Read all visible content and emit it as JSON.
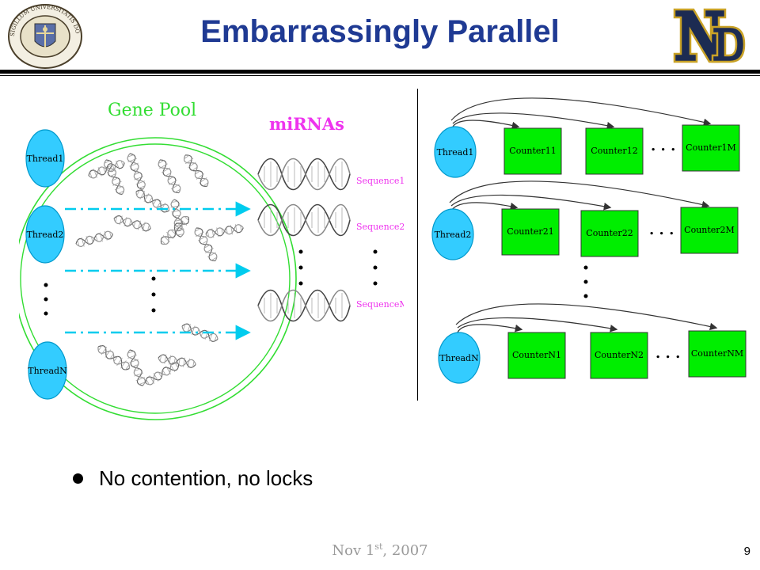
{
  "slide": {
    "title": "Embarrassingly Parallel",
    "bullets": [
      "No contention, no locks"
    ],
    "footer": {
      "date_main": "Nov 1",
      "date_sup": "st",
      "date_year": ", 2007"
    },
    "page_number": "9"
  },
  "seal": {
    "ring_text": "SIGILLUM UNIVERSITATIS DOMINAE NOSTRAE A LACU"
  },
  "left_diagram": {
    "gene_pool_label": "Gene Pool",
    "mirnas_label": "miRNAs",
    "threads": [
      "Thread1",
      "Thread2",
      "ThreadN"
    ],
    "sequences": [
      "Sequence1",
      "Sequence2",
      "SequenceM"
    ]
  },
  "right_diagram": {
    "threads": [
      "Thread1",
      "Thread2",
      "ThreadN"
    ],
    "counters": [
      [
        "Counter11",
        "Counter12",
        "Counter1M"
      ],
      [
        "Counter21",
        "Counter22",
        "Counter2M"
      ],
      [
        "CounterN1",
        "CounterN2",
        "CounterNM"
      ]
    ],
    "ellipsis": ". . ."
  },
  "colors": {
    "title": "#1f3a93",
    "thread_fill": "#33ccff",
    "counter_fill": "#00ee00",
    "gene_pool_green": "#33dd33",
    "mirna_magenta": "#ee33ee",
    "arrow_cyan": "#00ccee",
    "nd_navy": "#1c2b52",
    "nd_gold": "#c9a227"
  }
}
